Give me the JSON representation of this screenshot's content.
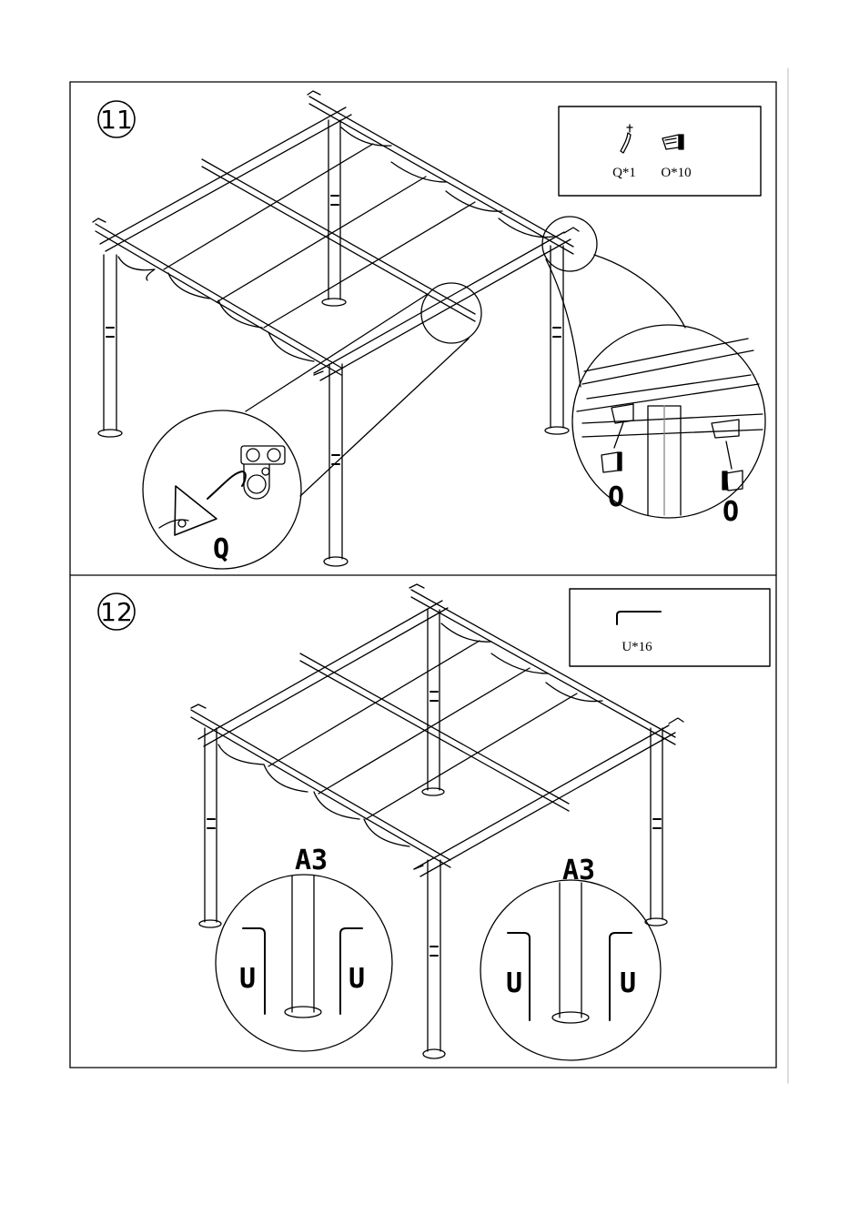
{
  "step11": {
    "number": "11",
    "parts": [
      {
        "label": "Q*1",
        "icon": "rope-hook-icon"
      },
      {
        "label": "O*10",
        "icon": "bracket-clip-icon"
      }
    ],
    "callout_q": "Q",
    "callout_o_left": "O",
    "callout_o_right": "O"
  },
  "step12": {
    "number": "12",
    "parts": [
      {
        "label": "U*16",
        "icon": "ground-stake-icon"
      }
    ],
    "detail_left": {
      "post_label": "A3",
      "stake_left": "U",
      "stake_right": "U"
    },
    "detail_right": {
      "post_label": "A3",
      "stake_left": "U",
      "stake_right": "U"
    }
  }
}
